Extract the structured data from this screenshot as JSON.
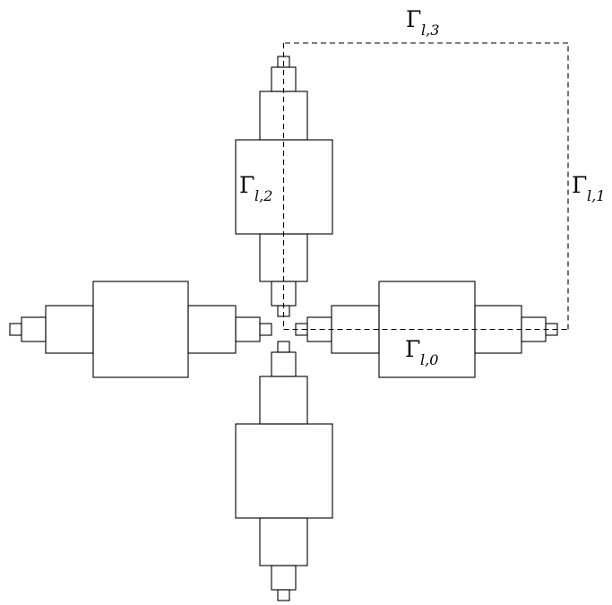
{
  "labels": {
    "gamma_l0": {
      "symbol": "Γ",
      "subscript": "l,0"
    },
    "gamma_l1": {
      "symbol": "Γ",
      "subscript": "l,1"
    },
    "gamma_l2": {
      "symbol": "Γ",
      "subscript": "l,2"
    },
    "gamma_l3": {
      "symbol": "Γ",
      "subscript": "l,3"
    }
  }
}
